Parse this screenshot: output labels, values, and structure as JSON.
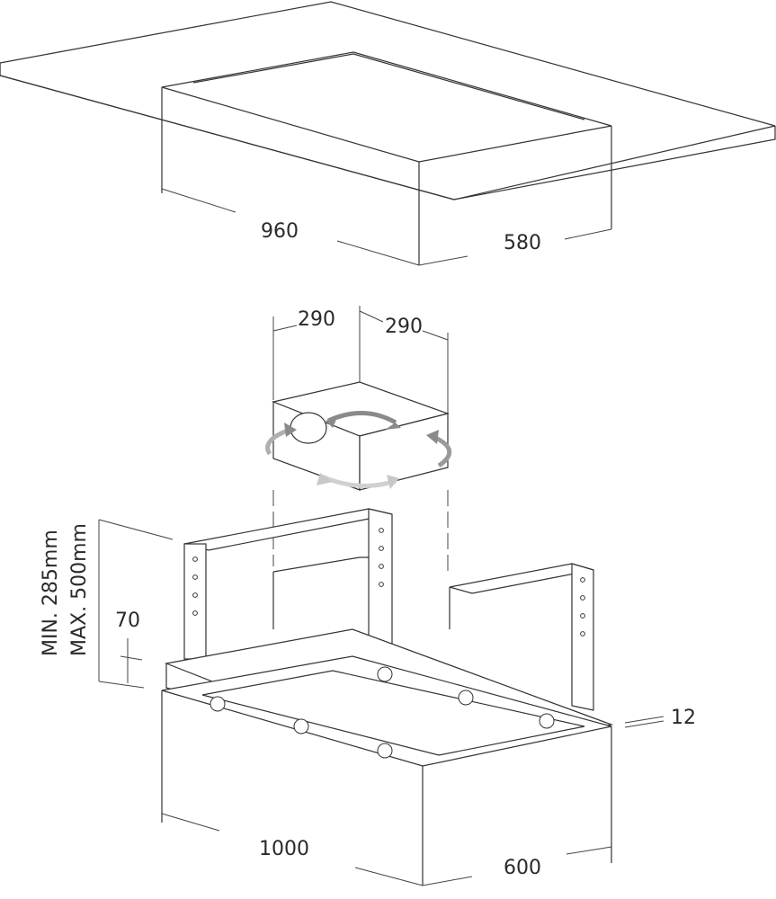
{
  "dimensions": {
    "cutout_width": "960",
    "cutout_depth": "580",
    "motor_left": "290",
    "motor_right": "290",
    "min_height": "MIN. 285mm",
    "max_height": "MAX. 500mm",
    "frame_height": "70",
    "panel_thickness": "12",
    "hood_width": "1000",
    "hood_depth": "600"
  },
  "colors": {
    "line": "#333333",
    "rotation_arrow_dark": "#8a8a8a",
    "rotation_arrow_light": "#c8c8c8"
  }
}
